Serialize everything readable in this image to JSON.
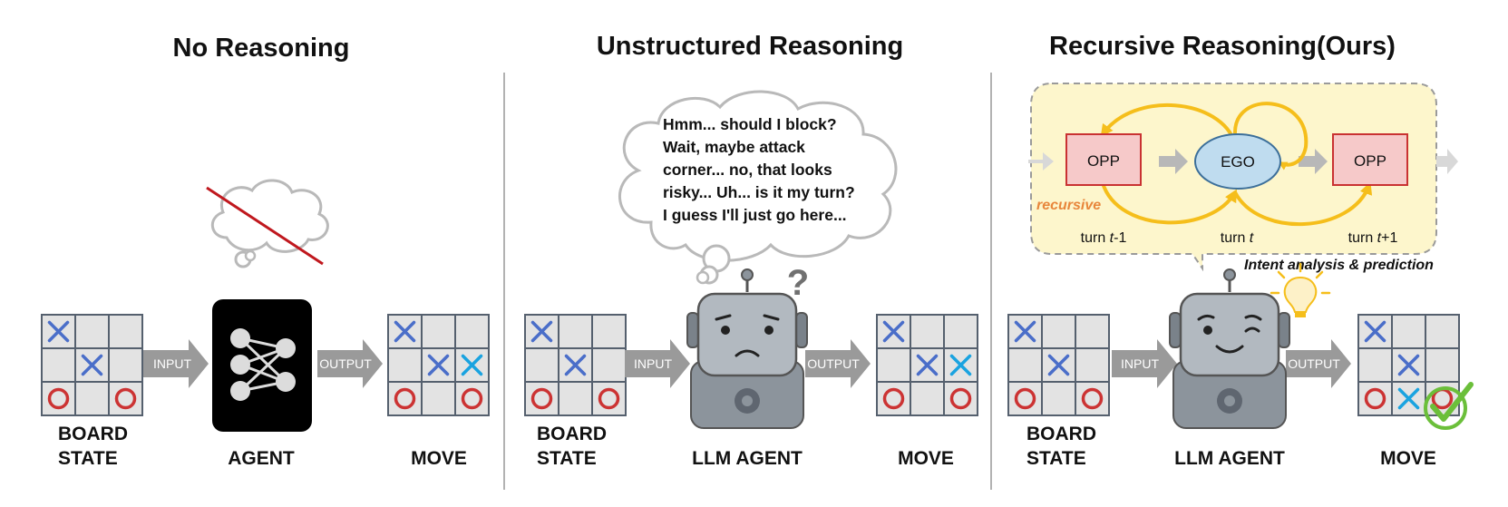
{
  "panels": [
    {
      "title": "No Reasoning",
      "board_label": [
        "BOARD",
        "STATE"
      ],
      "input_label": "INPUT",
      "agent_label": "AGENT",
      "output_label": "OUTPUT",
      "move_label": "MOVE"
    },
    {
      "title": "Unstructured Reasoning",
      "board_label": [
        "BOARD",
        "STATE"
      ],
      "input_label": "INPUT",
      "agent_label": "LLM AGENT",
      "output_label": "OUTPUT",
      "move_label": "MOVE",
      "thought_lines": [
        "Hmm... should I block?",
        "Wait, maybe attack",
        "corner... no, that looks",
        "risky... Uh... is it my turn?",
        "I guess I'll just go here..."
      ],
      "question_mark": "?"
    },
    {
      "title": "Recursive Reasoning(Ours)",
      "board_label": [
        "BOARD",
        "STATE"
      ],
      "input_label": "INPUT",
      "agent_label": "LLM AGENT",
      "output_label": "OUTPUT",
      "move_label": "MOVE",
      "flow": {
        "left_box": "OPP",
        "center_node": "EGO",
        "right_box": "OPP",
        "recursive_label": "recursive",
        "turns": [
          {
            "prefix": "turn ",
            "var": "t",
            "suffix": "-1"
          },
          {
            "prefix": "turn ",
            "var": "t",
            "suffix": ""
          },
          {
            "prefix": "turn ",
            "var": "t",
            "suffix": "+1"
          }
        ],
        "caption": "Intent analysis & prediction"
      }
    }
  ],
  "board_state": [
    [
      "X",
      "",
      ""
    ],
    [
      "",
      "X",
      ""
    ],
    [
      "O",
      "",
      "O"
    ]
  ],
  "moves": [
    [
      [
        "X",
        "",
        ""
      ],
      [
        "",
        "X",
        "X*"
      ],
      [
        "O",
        "",
        "O"
      ]
    ],
    [
      [
        "X",
        "",
        ""
      ],
      [
        "",
        "X",
        "X*"
      ],
      [
        "O",
        "",
        "O"
      ]
    ],
    [
      [
        "X",
        "",
        ""
      ],
      [
        "",
        "X",
        ""
      ],
      [
        "O",
        "X*",
        "O"
      ]
    ]
  ],
  "colors": {
    "x_mark": "#4a6ec9",
    "x_new_mark": "#1aa3e0",
    "o_mark": "#cc3333",
    "grid_border": "#55606e",
    "cell_fill": "#e3e3e3",
    "arrow_fill": "#9a9a9a",
    "flow_highlight": "#fdf6cc",
    "flow_arrow": "#f5be1b",
    "opp_fill": "#f6c9c9",
    "opp_border": "#c93232",
    "ego_fill": "#bfdcef",
    "ego_border": "#3c6f9a",
    "check": "#6bbf3a",
    "forbid_line": "#c0181e"
  }
}
